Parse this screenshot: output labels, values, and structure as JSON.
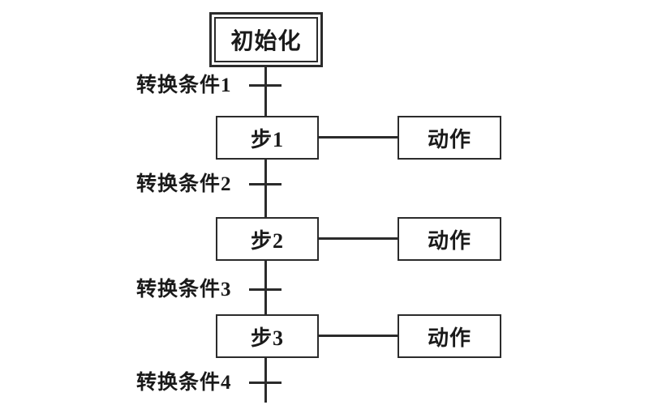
{
  "diagram": {
    "type": "sequential-function-chart",
    "background": "#ffffff",
    "line_color": "#2b2b2b",
    "text_color": "#1a1a1a",
    "initial_step": {
      "label": "初始化"
    },
    "steps": [
      {
        "label": "步1",
        "action": "动作"
      },
      {
        "label": "步2",
        "action": "动作"
      },
      {
        "label": "步3",
        "action": "动作"
      }
    ],
    "transitions": [
      {
        "label": "转换条件1"
      },
      {
        "label": "转换条件2"
      },
      {
        "label": "转换条件3"
      },
      {
        "label": "转换条件4"
      }
    ]
  }
}
